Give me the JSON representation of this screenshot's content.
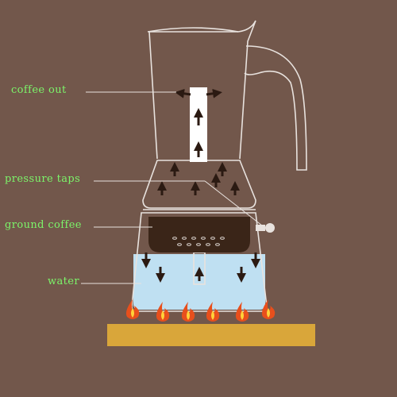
{
  "labels": {
    "coffee_out": "coffee out",
    "pressure_taps": "pressure taps",
    "ground_coffee": "ground coffee",
    "water": "water"
  },
  "colors": {
    "background": "#72574b",
    "outline": "#e8e2de",
    "label_text": "#7cf56a",
    "water": "#bfe0f2",
    "coffee_grounds": "#3a2518",
    "arrow": "#2b1a12",
    "flame_outer": "#e84f1c",
    "flame_inner": "#ffd23a",
    "stove_plate": "#d9a63a"
  }
}
